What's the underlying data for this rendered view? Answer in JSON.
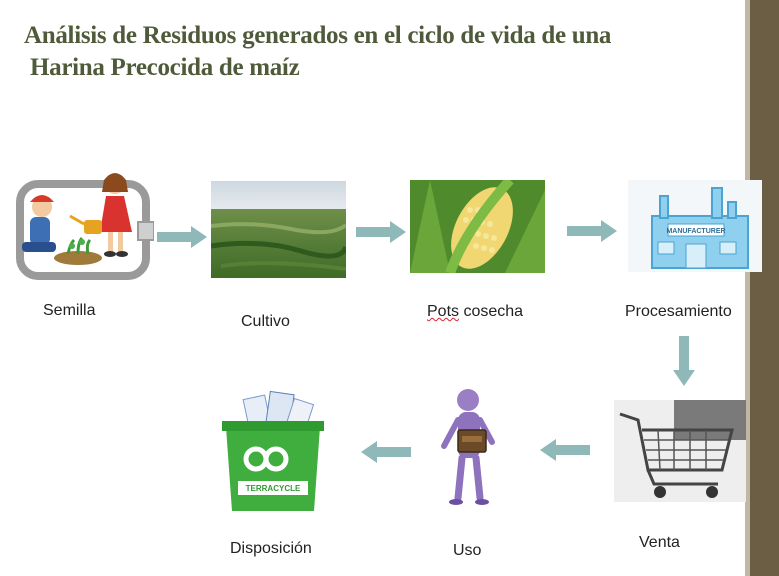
{
  "slide": {
    "title_line1": "Análisis de Residuos generados en el ciclo de vida de una",
    "title_line2": "Harina Precocida de maíz"
  },
  "stages": {
    "semilla": "Semilla",
    "cultivo": "Cultivo",
    "cosecha_word1": "Pots",
    "cosecha_word2": " cosecha",
    "procesamiento": "Procesamiento",
    "venta": "Venta",
    "uso": "Uso",
    "disposicion": "Disposición"
  },
  "images": {
    "manufacturer_sign": "MANUFACTURER",
    "terracycle_logo": "TERRACYCLE"
  },
  "colors": {
    "title": "#4f5a3a",
    "arrow": "#8fb8b8",
    "sidebar": "#6b5e45"
  }
}
